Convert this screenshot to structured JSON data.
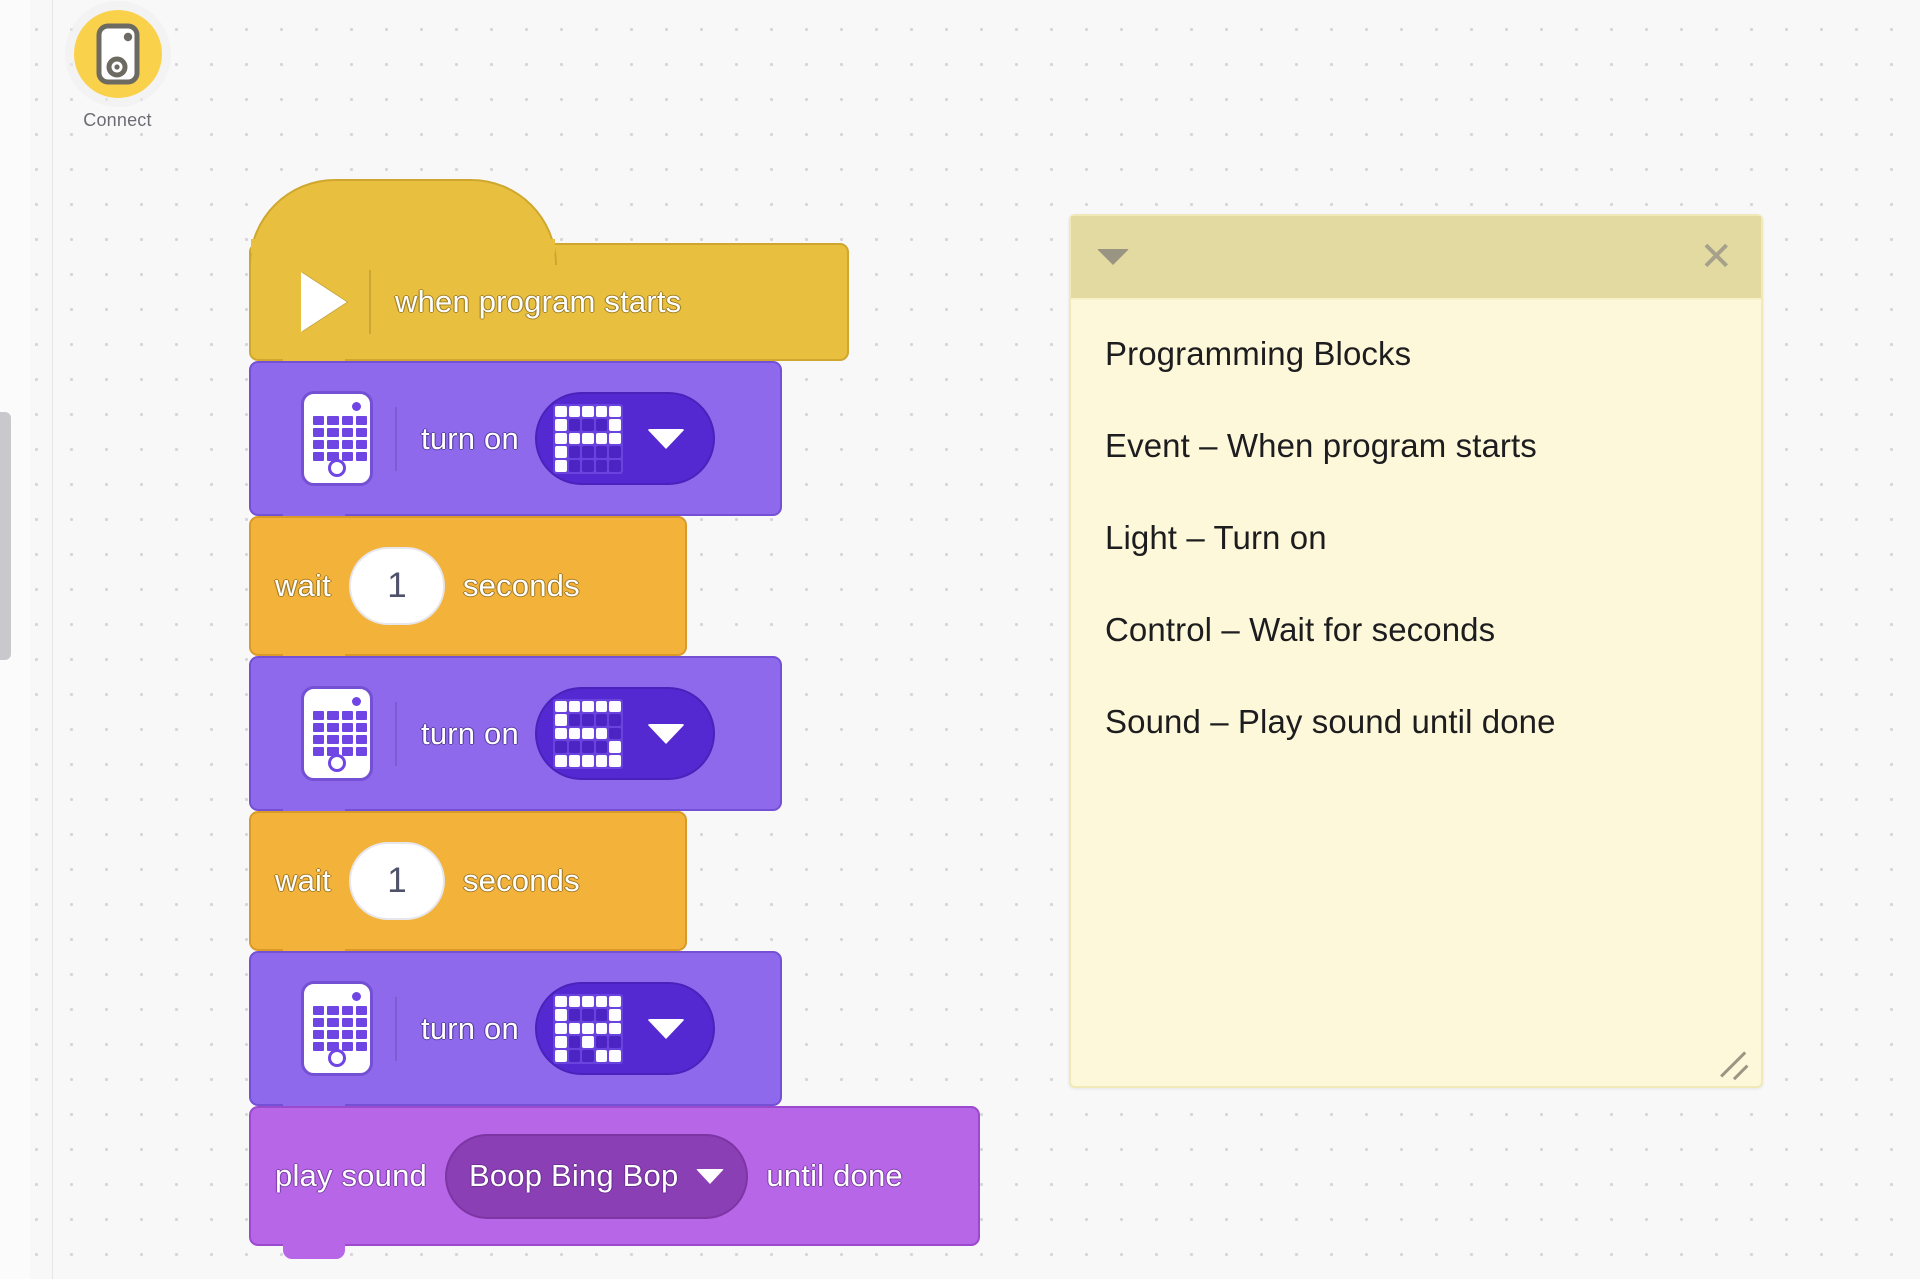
{
  "app": {
    "connect": {
      "label": "Connect",
      "icon": "device-remote-icon",
      "circle_color": "#fad14b"
    }
  },
  "script": {
    "blocks": [
      {
        "id": "when-program-starts",
        "kind": "hat",
        "category": "event",
        "color": "#e9bf3f",
        "label": "when program starts",
        "icon": "play-triangle-icon"
      },
      {
        "id": "turn-on-1",
        "kind": "stack",
        "category": "light",
        "color": "#8e69ec",
        "label": "turn on",
        "icon": "device-matrix-icon",
        "field": {
          "type": "matrix-dropdown",
          "value": "matrix-f",
          "matrix": [
            [
              1,
              1,
              1,
              1,
              1
            ],
            [
              1,
              0,
              0,
              0,
              1
            ],
            [
              1,
              1,
              1,
              1,
              1
            ],
            [
              1,
              0,
              0,
              0,
              0
            ],
            [
              1,
              0,
              0,
              0,
              0
            ]
          ]
        }
      },
      {
        "id": "wait-1",
        "kind": "stack",
        "category": "control",
        "color": "#f3b33b",
        "label_before": "wait",
        "label_after": "seconds",
        "value": "1"
      },
      {
        "id": "turn-on-2",
        "kind": "stack",
        "category": "light",
        "color": "#8e69ec",
        "label": "turn on",
        "icon": "device-matrix-icon",
        "field": {
          "type": "matrix-dropdown",
          "value": "matrix-s",
          "matrix": [
            [
              1,
              1,
              1,
              1,
              1
            ],
            [
              1,
              0,
              0,
              0,
              0
            ],
            [
              1,
              1,
              1,
              1,
              0
            ],
            [
              0,
              0,
              0,
              0,
              1
            ],
            [
              1,
              1,
              1,
              1,
              1
            ]
          ]
        }
      },
      {
        "id": "wait-2",
        "kind": "stack",
        "category": "control",
        "color": "#f3b33b",
        "label_before": "wait",
        "label_after": "seconds",
        "value": "1"
      },
      {
        "id": "turn-on-3",
        "kind": "stack",
        "category": "light",
        "color": "#8e69ec",
        "label": "turn on",
        "icon": "device-matrix-icon",
        "field": {
          "type": "matrix-dropdown",
          "value": "matrix-r",
          "matrix": [
            [
              1,
              1,
              1,
              1,
              1
            ],
            [
              1,
              0,
              0,
              0,
              1
            ],
            [
              1,
              1,
              1,
              1,
              1
            ],
            [
              1,
              0,
              1,
              0,
              0
            ],
            [
              1,
              0,
              0,
              1,
              1
            ]
          ]
        }
      },
      {
        "id": "play-sound",
        "kind": "stack",
        "category": "sound",
        "color": "#b766e8",
        "label_before": "play sound",
        "label_after": "until done",
        "field": {
          "type": "dropdown",
          "value": "Boop Bing Bop"
        }
      }
    ]
  },
  "note": {
    "title": "",
    "collapse_icon": "caret-down-icon",
    "close_icon": "close-icon",
    "resize_icon": "resize-handle-icon",
    "header_color": "#e2daa1",
    "body_color": "#fdf8d9",
    "lines": [
      "Programming Blocks",
      "Event – When program starts",
      "Light – Turn on",
      "Control – Wait for seconds",
      "Sound – Play sound until done"
    ]
  }
}
